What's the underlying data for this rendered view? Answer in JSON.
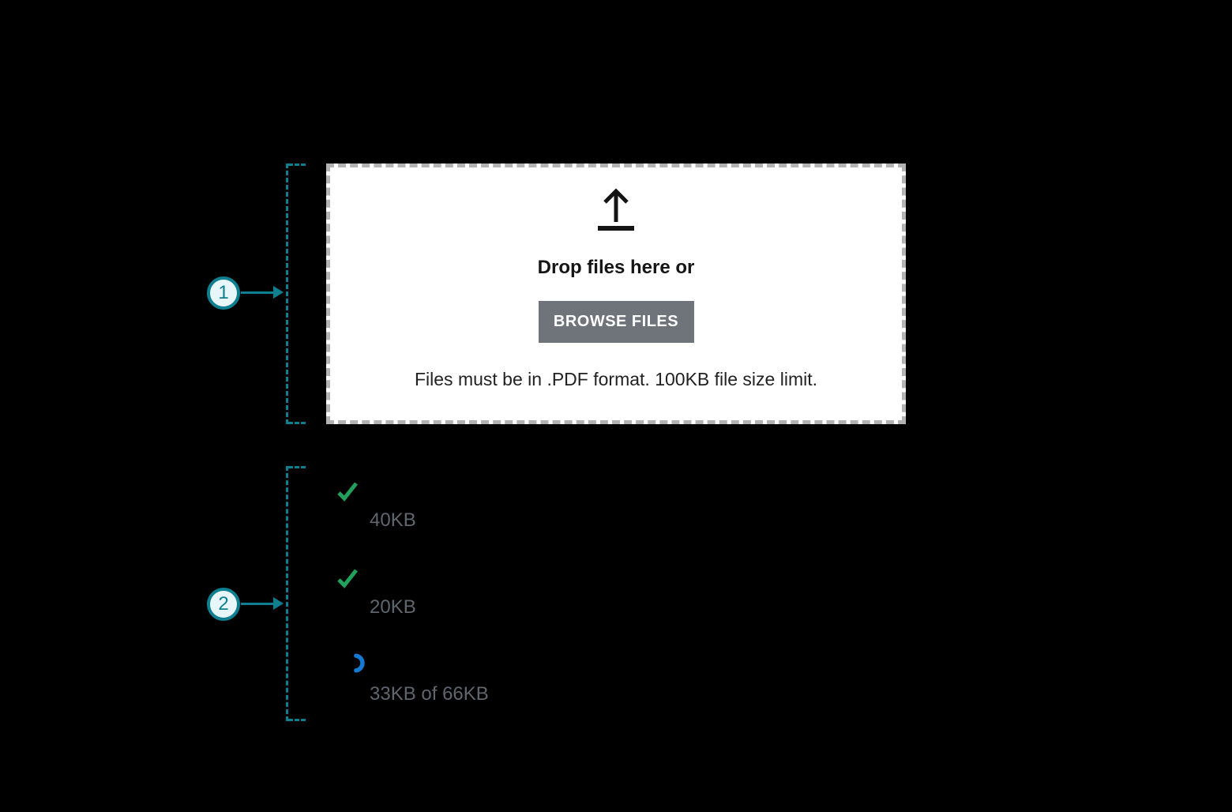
{
  "colors": {
    "accent-teal": "#0d7f90",
    "callout-fill": "#e6f6f9",
    "success-green": "#21a15d",
    "progress-blue": "#1479d2",
    "button-gray": "#6f737a",
    "muted-text": "#5f666d",
    "dash-border": "#b3b3b3"
  },
  "callouts": [
    {
      "number": "1"
    },
    {
      "number": "2"
    }
  ],
  "dropzone": {
    "title": "Drop files here or",
    "button_label": "BROWSE FILES",
    "hint": "Files must be in .PDF format. 100KB file size limit."
  },
  "upload_list": {
    "items": [
      {
        "status": "complete",
        "icon": "check-icon",
        "size_label": "40KB"
      },
      {
        "status": "complete",
        "icon": "check-icon",
        "size_label": "20KB"
      },
      {
        "status": "uploading",
        "icon": "spinner-icon",
        "size_label": "33KB of 66KB"
      }
    ]
  }
}
